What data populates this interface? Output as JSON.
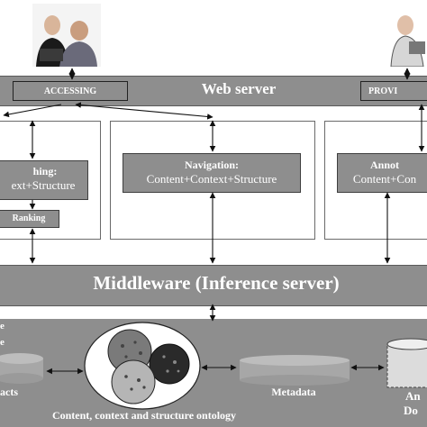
{
  "web_server": {
    "title": "Web server",
    "accessing_label": "ACCESSING",
    "providing_label": "PROVI"
  },
  "modules": {
    "searching_line1": "hing:",
    "searching_line2": "ext+Structure",
    "ranking_label": "Ranking",
    "navigation_line1": "Navigation:",
    "navigation_line2": "Content+Context+Structure",
    "annotation_line1": "Annot",
    "annotation_line2": "Content+Con"
  },
  "middleware": {
    "title": "Middleware (Inference server)"
  },
  "knowledge_base": {
    "left_fragment_1": "e",
    "left_fragment_2": "e",
    "artifacts_fragment": "acts",
    "metadata_label": "Metadata",
    "annotated_fragment_1": "An",
    "annotated_fragment_2": "Do",
    "ontology_label": "Content, context and structure ontology"
  },
  "colors": {
    "bar": "#8e8e8e",
    "dark": "#3e3e3e",
    "text_light": "#ffffff"
  }
}
